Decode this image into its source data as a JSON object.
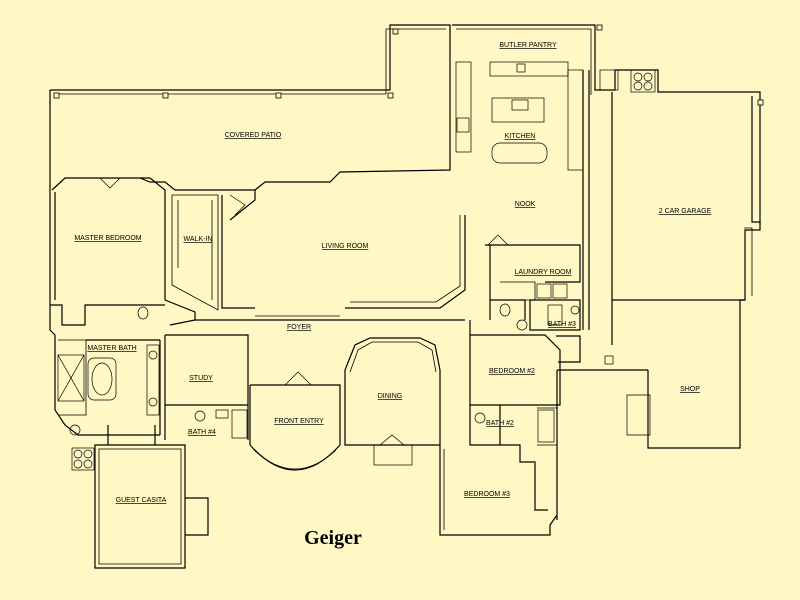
{
  "colors": {
    "background": "#fff8c4",
    "ink": "#000000"
  },
  "title": "Geiger",
  "rooms": {
    "butler_pantry": "BUTLER PANTRY",
    "kitchen": "KITCHEN",
    "covered_patio": "COVERED PATIO",
    "nook": "NOOK",
    "garage": "2 CAR GARAGE",
    "master_bedroom": "MASTER BEDROOM",
    "walk_in": "WALK-IN",
    "living_room": "LIVING ROOM",
    "laundry_room": "LAUNDRY ROOM",
    "foyer": "FOYER",
    "bath_3": "BATH #3",
    "master_bath": "MASTER BATH",
    "bedroom_2": "BEDROOM #2",
    "study": "STUDY",
    "shop": "SHOP",
    "dining": "DINING",
    "front_entry": "FRONT ENTRY",
    "bath_4": "BATH #4",
    "bath_2": "BATH #2",
    "bedroom_3": "BEDROOM #3",
    "guest_casita": "GUEST CASITA"
  }
}
